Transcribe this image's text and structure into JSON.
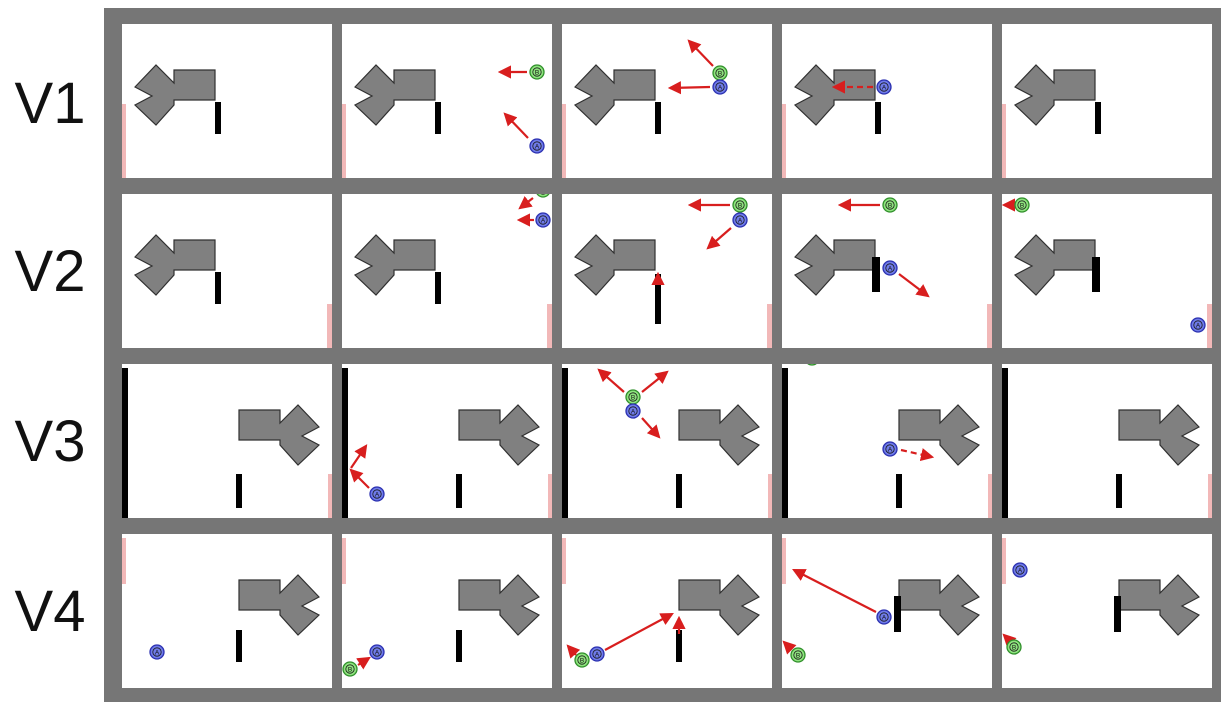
{
  "row_labels": [
    "V1",
    "V2",
    "V3",
    "V4"
  ],
  "agent_labels": {
    "a": "A",
    "b": "B"
  },
  "colors": {
    "board": "#767676",
    "cell": "#ffffff",
    "shape_fill": "#808080",
    "shape_stroke": "#303030",
    "wall": "#000000",
    "goal": "#f2b8b8",
    "arrow": "#d81e1e",
    "agent_a_fill": "#6f7be8",
    "agent_a_stroke": "#2a2fb0",
    "agent_b_fill": "#8ee37e",
    "agent_b_stroke": "#2f8f2a"
  }
}
